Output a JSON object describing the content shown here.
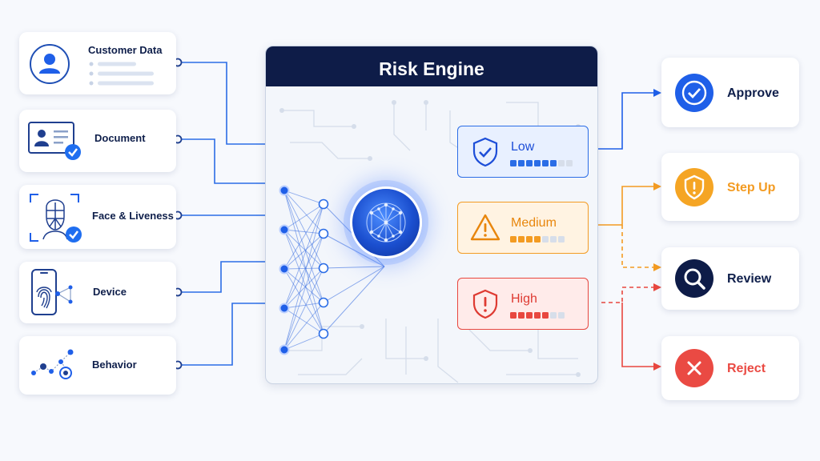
{
  "inputs": [
    {
      "label": "Customer Data",
      "icon": "user-profile-icon"
    },
    {
      "label": "Document",
      "icon": "id-card-icon"
    },
    {
      "label": "Face & Liveness",
      "icon": "face-scan-icon"
    },
    {
      "label": "Device",
      "icon": "phone-fingerprint-icon"
    },
    {
      "label": "Behavior",
      "icon": "behavior-graph-icon"
    }
  ],
  "engine": {
    "title": "Risk Engine"
  },
  "risk_levels": [
    {
      "label": "Low",
      "color": "#2b6de6",
      "filled": 6,
      "total": 8
    },
    {
      "label": "Medium",
      "color": "#f39b22",
      "filled": 4,
      "total": 7
    },
    {
      "label": "High",
      "color": "#e8473f",
      "filled": 5,
      "total": 7
    }
  ],
  "outcomes": [
    {
      "label": "Approve",
      "color": "#1f5fe8",
      "icon": "check-icon"
    },
    {
      "label": "Step Up",
      "color": "#f5a524",
      "icon": "shield-alert-icon"
    },
    {
      "label": "Review",
      "color": "#0e1c48",
      "icon": "magnifier-icon"
    },
    {
      "label": "Reject",
      "color": "#ea4a43",
      "icon": "close-icon"
    }
  ],
  "colors": {
    "navy": "#0e1c48",
    "blue": "#2b6de6",
    "orange": "#f39b22",
    "red": "#e8473f"
  }
}
